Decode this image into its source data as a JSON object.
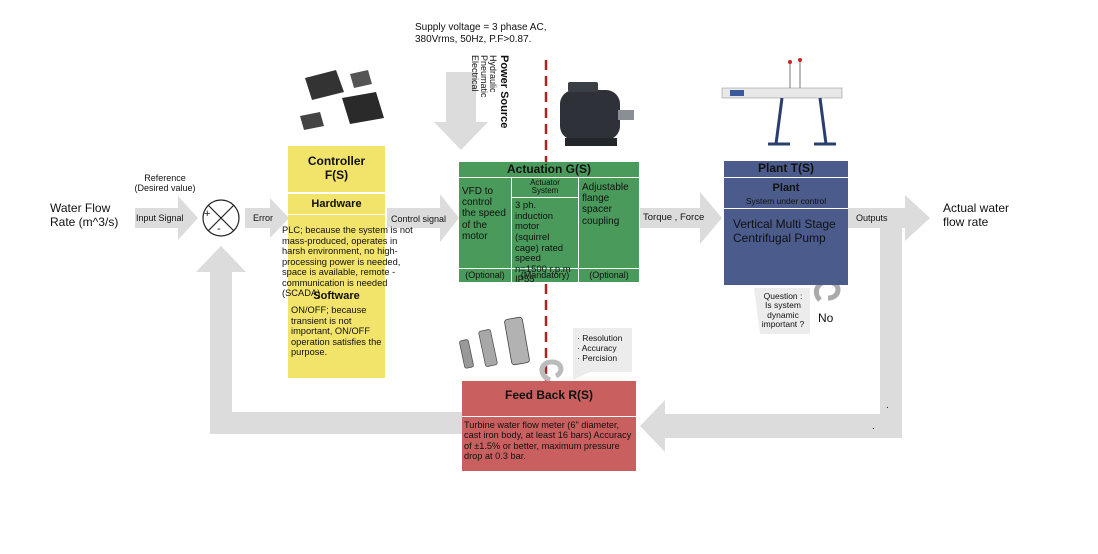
{
  "supply_note": [
    "Supply voltage = 3 phase AC,",
    "380Vrms, 50Hz, P.F>0.87."
  ],
  "power_source": {
    "title": "Power Source",
    "types": [
      "Hydraulic",
      "Pneumatic",
      "Electrical"
    ]
  },
  "input": {
    "label": [
      "Water Flow",
      "Rate (m^3/s)"
    ],
    "signal": "Input Signal"
  },
  "reference": [
    "Reference",
    "(Desired value)"
  ],
  "summing": {
    "plus": "+",
    "minus": "-",
    "error": "Error"
  },
  "controller": {
    "title": [
      "Controller",
      "F(S)"
    ],
    "hardware_title": "Hardware",
    "hardware_text": "PLC; because the system is not mass-produced, operates in harsh environment, no high-processing power is needed, space is available, remote -communication is needed (SCADA).",
    "software_title": "Software",
    "software_text": "ON/OFF; because transient is not important, ON/OFF operation satisfies the purpose."
  },
  "control_signal": "Control signal",
  "actuation": {
    "title": "Actuation G(S)",
    "col1": {
      "text": "VFD to control the speed of the motor",
      "footer": "(Optional)"
    },
    "col2": {
      "header": [
        "Actuator",
        "System"
      ],
      "text": "3 ph. induction motor (squirrel cage) rated speed n=1500 r.p.m IP55",
      "footer": "(Mandatory)"
    },
    "col3": {
      "text": "Adjustable flange spacer coupling",
      "footer": "(Optional)"
    }
  },
  "torque_force": "Torque , Force",
  "plant": {
    "title": "Plant T(S)",
    "subtitle": "Plant",
    "subnote": "System under control",
    "text": "Vertical Multi Stage Centrifugal Pump"
  },
  "outputs": "Outputs",
  "output": [
    "Actual water",
    "flow rate"
  ],
  "question": {
    "text": [
      "Question :",
      "Is system",
      "dynamic",
      "important ?"
    ],
    "answer": "No"
  },
  "feedback": {
    "title": "Feed Back R(S)",
    "text": "Turbine water flow meter (6\" diameter, cast iron body, at least 16 bars) Accuracy of ±1.5% or better, maximum pressure drop at 0.3 bar."
  },
  "sensor_props": [
    "· Resolution",
    "· Accuracy",
    "· Percision"
  ],
  "dots": [
    ".",
    "."
  ],
  "colors": {
    "arrow": "#dcdcdc",
    "yellow": "#f2e36b",
    "yellow_dark": "#e9d94f",
    "green": "#4a9a5c",
    "blue": "#4a5b8c",
    "red": "#c95f5f",
    "dashed": "#b22222"
  }
}
